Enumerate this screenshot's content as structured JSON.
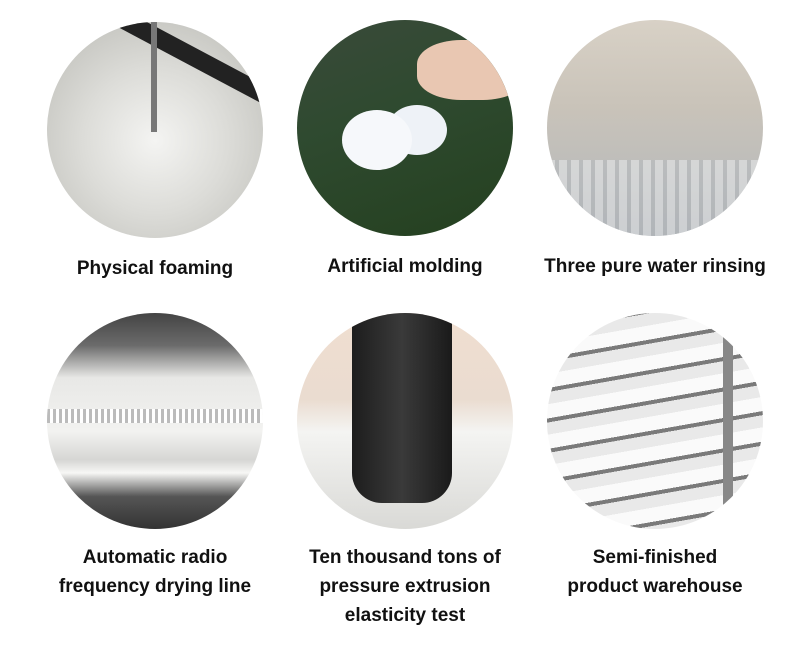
{
  "items": [
    {
      "caption": "Physical foaming"
    },
    {
      "caption": "Artificial molding"
    },
    {
      "caption": "Three pure water rinsing"
    },
    {
      "caption_lines": [
        "Automatic radio",
        "frequency drying line"
      ]
    },
    {
      "caption_lines": [
        "Ten thousand tons of",
        "pressure extrusion",
        "elasticity test"
      ]
    },
    {
      "caption_lines": [
        "Semi-finished",
        "product warehouse"
      ]
    }
  ]
}
